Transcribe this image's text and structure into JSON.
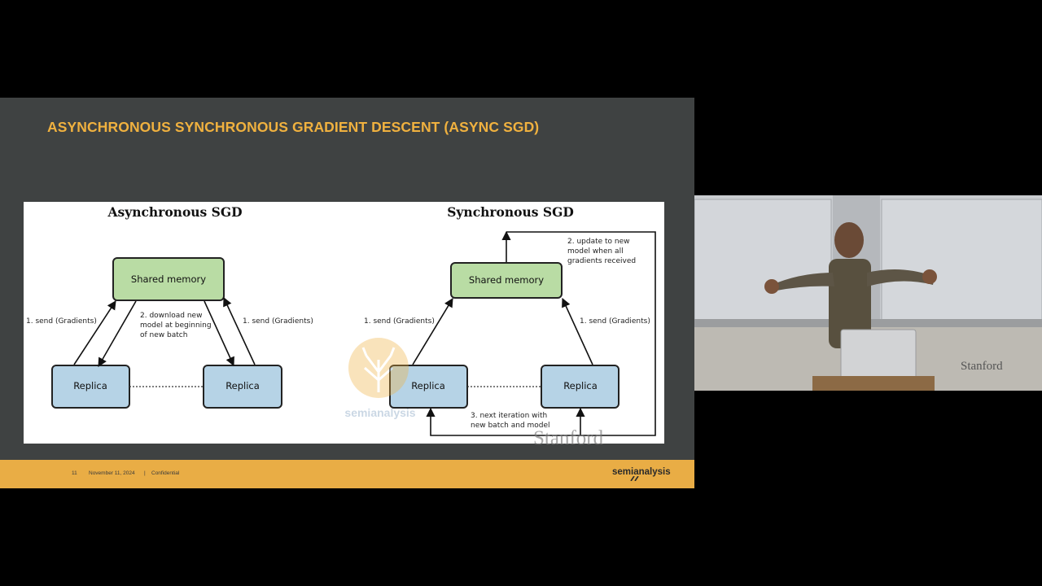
{
  "slide": {
    "title": "ASYNCHRONOUS SYNCHRONOUS GRADIENT DESCENT (ASYNC SGD)",
    "footer": {
      "page_number": "11",
      "date": "November 11, 2024",
      "separator": "|",
      "confidential": "Confidential",
      "logo_text": "semianalysis"
    }
  },
  "diagram": {
    "async": {
      "title": "Asynchronous SGD",
      "shared_memory": "Shared memory",
      "replica_left": "Replica",
      "replica_right": "Replica",
      "send_left": "1. send (Gradients)",
      "send_right": "1. send (Gradients)",
      "download_line1": "2. download new",
      "download_line2": "model at beginning",
      "download_line3": "of new batch"
    },
    "sync": {
      "title": "Synchronous SGD",
      "shared_memory": "Shared memory",
      "replica_left": "Replica",
      "replica_right": "Replica",
      "send_left": "1. send (Gradients)",
      "send_right": "1. send (Gradients)",
      "update_line1": "2. update to new",
      "update_line2": "model when all",
      "update_line3": "gradients received",
      "next_line1": "3. next iteration with",
      "next_line2": "new batch and model"
    },
    "colors": {
      "shared_memory_fill": "#b9dca4",
      "replica_fill": "#b6d3e6",
      "stroke": "#222222"
    }
  },
  "watermarks": {
    "semianalysis": "semianalysis",
    "stanford_slide": "Stanford",
    "stanford_video": "Stanford"
  }
}
